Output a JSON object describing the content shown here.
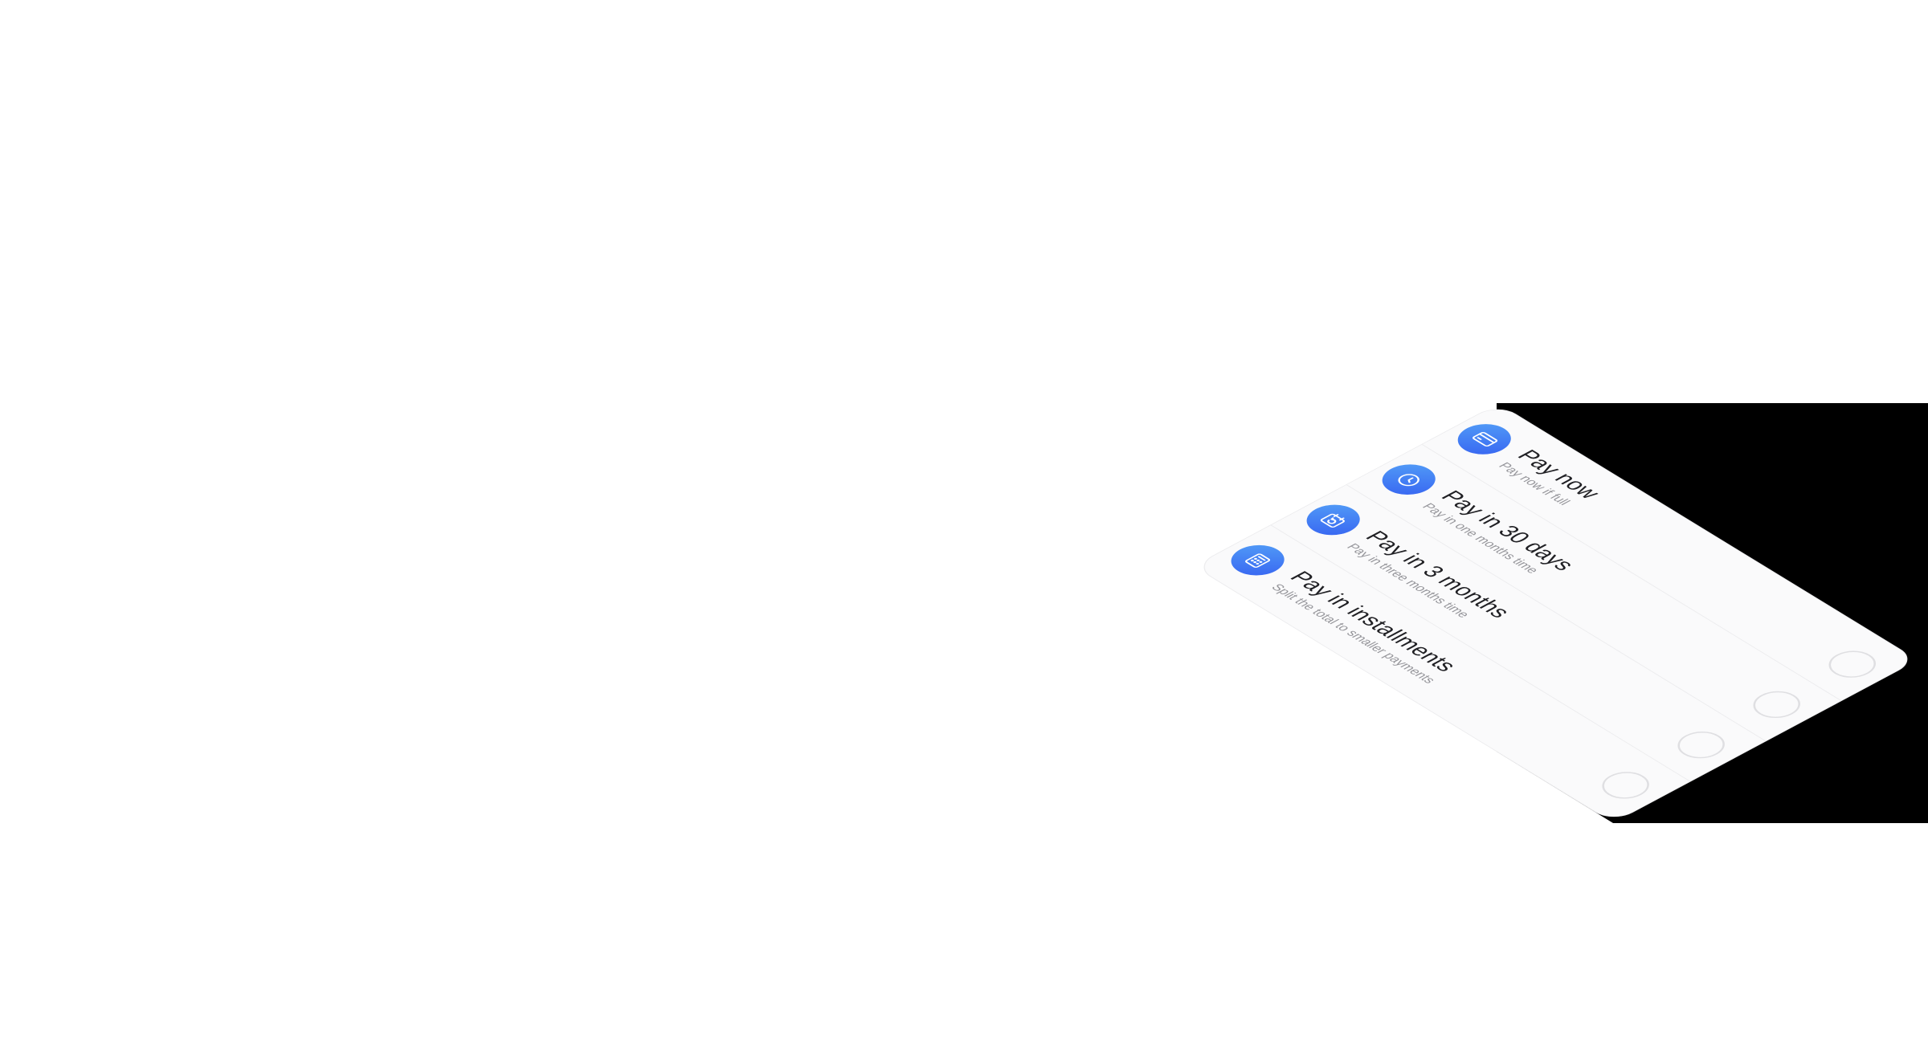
{
  "page": {
    "background_color": "#ffffff"
  },
  "backdrop": {
    "color": "#000000"
  },
  "card": {
    "options": [
      {
        "icon": "credit-card",
        "title": "Pay now",
        "subtitle": "Pay now if full",
        "selected": false
      },
      {
        "icon": "clock",
        "title": "Pay in 30 days",
        "subtitle": "Pay in one months time",
        "selected": false
      },
      {
        "icon": "calendar-sync",
        "title": "Pay in 3 months",
        "subtitle": "Pay in three months time",
        "selected": false
      },
      {
        "icon": "calculator",
        "title": "Pay in installments",
        "subtitle": "Split the total to smaller payments",
        "selected": false
      }
    ],
    "colors": {
      "card_background": "#FAFAFB",
      "divider": "#ECECEE",
      "title": "#202024",
      "subtitle": "#95959A",
      "radio_border": "#DFDFE2",
      "icon_gradient_start": "#54A1F7",
      "icon_gradient_end": "#3560F1"
    }
  }
}
